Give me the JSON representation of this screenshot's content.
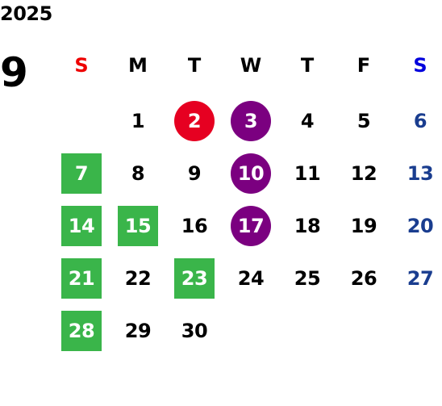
{
  "calendar": {
    "year": "2025",
    "month": "9",
    "weekdays": [
      {
        "label": "S",
        "color": "#ee0000"
      },
      {
        "label": "M",
        "color": "#000000"
      },
      {
        "label": "T",
        "color": "#000000"
      },
      {
        "label": "W",
        "color": "#000000"
      },
      {
        "label": "T",
        "color": "#000000"
      },
      {
        "label": "F",
        "color": "#000000"
      },
      {
        "label": "S",
        "color": "#0000dd"
      }
    ],
    "colors": {
      "text": "#000000",
      "saturday_text": "#1a3d8f",
      "green_box": "#3ab54a",
      "red_circle": "#e60021",
      "purple_circle": "#7b0080"
    },
    "days": [
      {
        "day": "1",
        "weekday": 1,
        "week": 0,
        "style": "plain"
      },
      {
        "day": "2",
        "weekday": 2,
        "week": 0,
        "style": "red-circle"
      },
      {
        "day": "3",
        "weekday": 3,
        "week": 0,
        "style": "purple-circle"
      },
      {
        "day": "4",
        "weekday": 4,
        "week": 0,
        "style": "plain"
      },
      {
        "day": "5",
        "weekday": 5,
        "week": 0,
        "style": "plain"
      },
      {
        "day": "6",
        "weekday": 6,
        "week": 0,
        "style": "saturday"
      },
      {
        "day": "7",
        "weekday": 0,
        "week": 1,
        "style": "green-box"
      },
      {
        "day": "8",
        "weekday": 1,
        "week": 1,
        "style": "plain"
      },
      {
        "day": "9",
        "weekday": 2,
        "week": 1,
        "style": "plain"
      },
      {
        "day": "10",
        "weekday": 3,
        "week": 1,
        "style": "purple-circle"
      },
      {
        "day": "11",
        "weekday": 4,
        "week": 1,
        "style": "plain"
      },
      {
        "day": "12",
        "weekday": 5,
        "week": 1,
        "style": "plain"
      },
      {
        "day": "13",
        "weekday": 6,
        "week": 1,
        "style": "saturday"
      },
      {
        "day": "14",
        "weekday": 0,
        "week": 2,
        "style": "green-box"
      },
      {
        "day": "15",
        "weekday": 1,
        "week": 2,
        "style": "green-box"
      },
      {
        "day": "16",
        "weekday": 2,
        "week": 2,
        "style": "plain"
      },
      {
        "day": "17",
        "weekday": 3,
        "week": 2,
        "style": "purple-circle"
      },
      {
        "day": "18",
        "weekday": 4,
        "week": 2,
        "style": "plain"
      },
      {
        "day": "19",
        "weekday": 5,
        "week": 2,
        "style": "plain"
      },
      {
        "day": "20",
        "weekday": 6,
        "week": 2,
        "style": "saturday"
      },
      {
        "day": "21",
        "weekday": 0,
        "week": 3,
        "style": "green-box"
      },
      {
        "day": "22",
        "weekday": 1,
        "week": 3,
        "style": "plain"
      },
      {
        "day": "23",
        "weekday": 2,
        "week": 3,
        "style": "green-box"
      },
      {
        "day": "24",
        "weekday": 3,
        "week": 3,
        "style": "plain"
      },
      {
        "day": "25",
        "weekday": 4,
        "week": 3,
        "style": "plain"
      },
      {
        "day": "26",
        "weekday": 5,
        "week": 3,
        "style": "plain"
      },
      {
        "day": "27",
        "weekday": 6,
        "week": 3,
        "style": "saturday"
      },
      {
        "day": "28",
        "weekday": 0,
        "week": 4,
        "style": "green-box"
      },
      {
        "day": "29",
        "weekday": 1,
        "week": 4,
        "style": "plain"
      },
      {
        "day": "30",
        "weekday": 2,
        "week": 4,
        "style": "plain"
      }
    ]
  }
}
